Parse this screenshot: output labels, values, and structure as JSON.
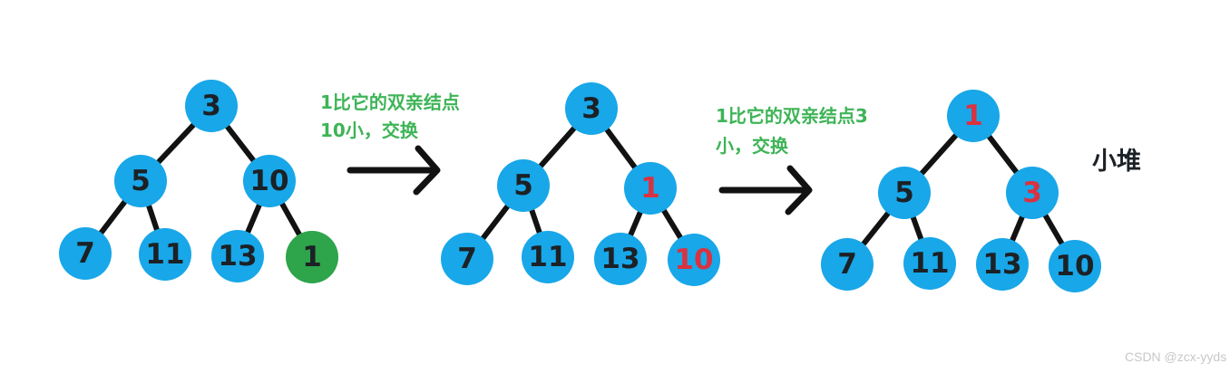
{
  "colors": {
    "node_blue": "#18a7e8",
    "node_green": "#2ea44b",
    "text_dark": "#1c2126",
    "text_red": "#d93240",
    "annotation_green": "#3eb457",
    "ink_black": "#121212",
    "watermark_gray": "#c8c8c8"
  },
  "annotations": {
    "step1": {
      "line1": "1比它的双亲结点",
      "line2": "10小，交换"
    },
    "step2": {
      "line1": "1比它的双亲结点3",
      "line2": "小，交换"
    },
    "result_label": "小堆"
  },
  "watermark": "CSDN @zcx-yyds",
  "trees": [
    {
      "step": "initial: 1 inserted as last leaf (green)",
      "edges": [
        [
          0,
          1
        ],
        [
          0,
          2
        ],
        [
          1,
          3
        ],
        [
          1,
          4
        ],
        [
          2,
          5
        ],
        [
          2,
          6
        ]
      ],
      "nodes": [
        {
          "label": "3",
          "fill": "blue",
          "label_color": "black"
        },
        {
          "label": "5",
          "fill": "blue",
          "label_color": "black"
        },
        {
          "label": "10",
          "fill": "blue",
          "label_color": "black"
        },
        {
          "label": "7",
          "fill": "blue",
          "label_color": "black"
        },
        {
          "label": "11",
          "fill": "blue",
          "label_color": "black"
        },
        {
          "label": "13",
          "fill": "blue",
          "label_color": "black"
        },
        {
          "label": "1",
          "fill": "green",
          "label_color": "black"
        }
      ]
    },
    {
      "step": "after swapping 1 with parent 10 (swapped values in red)",
      "edges": [
        [
          0,
          1
        ],
        [
          0,
          2
        ],
        [
          1,
          3
        ],
        [
          1,
          4
        ],
        [
          2,
          5
        ],
        [
          2,
          6
        ]
      ],
      "nodes": [
        {
          "label": "3",
          "fill": "blue",
          "label_color": "black"
        },
        {
          "label": "5",
          "fill": "blue",
          "label_color": "black"
        },
        {
          "label": "1",
          "fill": "blue",
          "label_color": "red"
        },
        {
          "label": "7",
          "fill": "blue",
          "label_color": "black"
        },
        {
          "label": "11",
          "fill": "blue",
          "label_color": "black"
        },
        {
          "label": "13",
          "fill": "blue",
          "label_color": "black"
        },
        {
          "label": "10",
          "fill": "blue",
          "label_color": "red"
        }
      ]
    },
    {
      "step": "after swapping 1 with parent 3 — min heap (swapped values in red)",
      "edges": [
        [
          0,
          1
        ],
        [
          0,
          2
        ],
        [
          1,
          3
        ],
        [
          1,
          4
        ],
        [
          2,
          5
        ],
        [
          2,
          6
        ]
      ],
      "nodes": [
        {
          "label": "1",
          "fill": "blue",
          "label_color": "red"
        },
        {
          "label": "5",
          "fill": "blue",
          "label_color": "black"
        },
        {
          "label": "3",
          "fill": "blue",
          "label_color": "red"
        },
        {
          "label": "7",
          "fill": "blue",
          "label_color": "black"
        },
        {
          "label": "11",
          "fill": "blue",
          "label_color": "black"
        },
        {
          "label": "13",
          "fill": "blue",
          "label_color": "black"
        },
        {
          "label": "10",
          "fill": "blue",
          "label_color": "black"
        }
      ]
    }
  ]
}
